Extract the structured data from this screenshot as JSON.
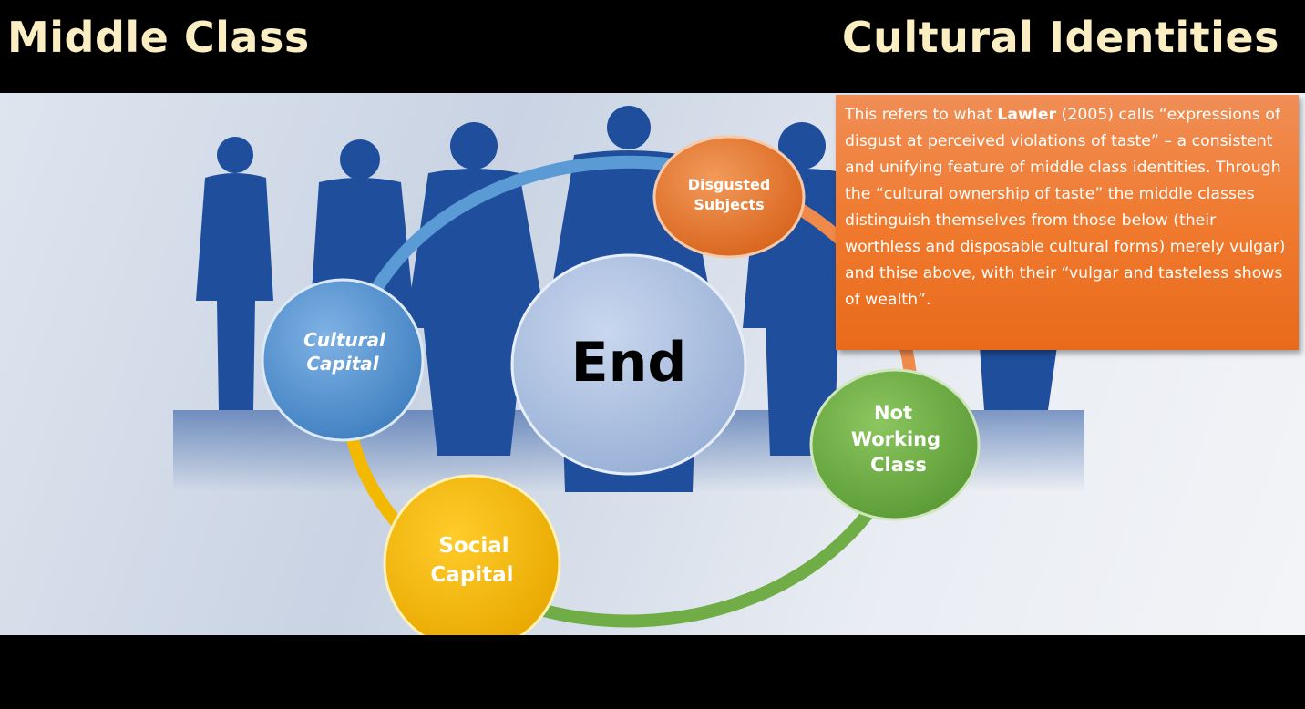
{
  "header": {
    "left_title": "Middle Class",
    "right_title": "Cultural Identities"
  },
  "diagram": {
    "center": "End",
    "nodes": [
      {
        "line1": "Cultural",
        "line2": "Capital",
        "color": "#5b9bd5"
      },
      {
        "line1": "Disgusted",
        "line2": "Subjects",
        "color": "#ed7d31"
      },
      {
        "line1": "Not",
        "line2": "Working",
        "line3": "Class",
        "color": "#70ad47"
      },
      {
        "line1": "Social",
        "line2": "Capital",
        "color": "#ffc000"
      }
    ]
  },
  "infobox": {
    "text_before": "This refers to what ",
    "bold": "Lawler",
    "text_after": " (2005) calls “expressions of disgust at perceived violations of taste” – a consistent and unifying feature of middle class identities. Through the “cultural ownership of taste” the middle classes distinguish themselves from those below (their worthless and disposable cultural forms) merely vulgar) and thise above, with their “vulgar and tasteless shows of wealth”."
  }
}
